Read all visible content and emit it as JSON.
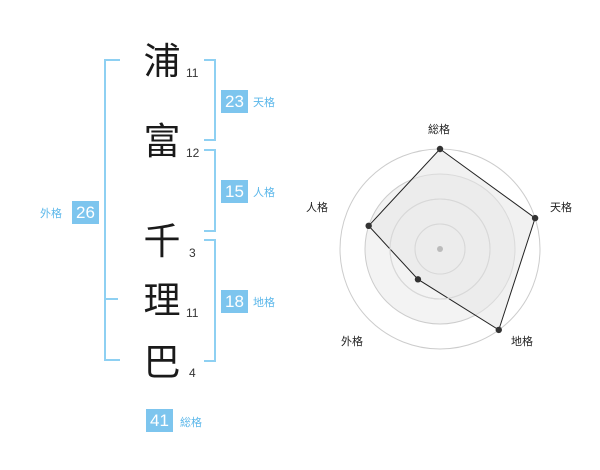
{
  "name": {
    "characters": [
      {
        "char": "浦",
        "strokes": "11"
      },
      {
        "char": "富",
        "strokes": "12"
      },
      {
        "char": "千",
        "strokes": "3"
      },
      {
        "char": "理",
        "strokes": "11"
      },
      {
        "char": "巴",
        "strokes": "4"
      }
    ]
  },
  "fortunes": {
    "tenkaku": {
      "value": "23",
      "label": "天格"
    },
    "jinkaku": {
      "value": "15",
      "label": "人格"
    },
    "chikaku": {
      "value": "18",
      "label": "地格"
    },
    "gaikaku": {
      "value": "26",
      "label": "外格"
    },
    "soukaku": {
      "value": "41",
      "label": "総格"
    }
  },
  "radar": {
    "axes": [
      "総格",
      "天格",
      "地格",
      "外格",
      "人格"
    ],
    "levels": 4,
    "values": [
      4,
      4,
      4,
      1.5,
      3
    ],
    "max": 4,
    "colors": {
      "fill": "#e6e6e6",
      "line": "#222222",
      "grid": "#cccccc",
      "center": "#bbbbbb"
    }
  }
}
